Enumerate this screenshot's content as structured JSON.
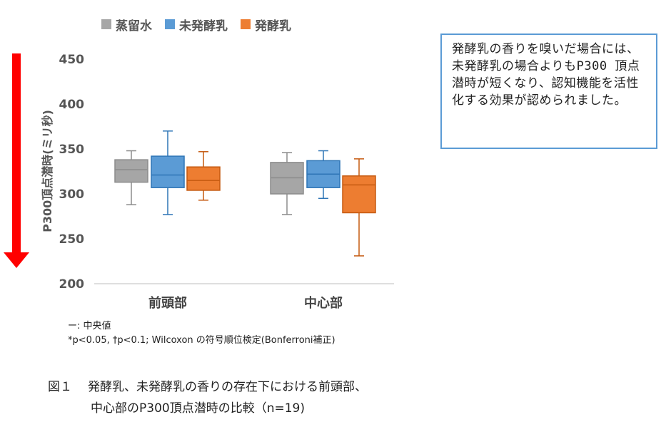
{
  "legend": [
    {
      "label": "蒸留水",
      "color": "#a6a6a6"
    },
    {
      "label": "未発酵乳",
      "color": "#5b9bd5"
    },
    {
      "label": "発酵乳",
      "color": "#ed7d31"
    }
  ],
  "callout": {
    "text": "発酵乳の香りを嗅いだ場合には、未発酵乳の場合よりもP300 頂点潜時が短くなり、認知機能を活性化する効果が認められました。"
  },
  "notes": {
    "median": "ー: 中央値",
    "significance": "*p<0.05, †p<0.1; Wilcoxon の符号順位検定(Bonferroni補正)"
  },
  "caption": {
    "label": "図１",
    "line1": "発酵乳、未発酵乳の香りの存在下における前頭部、",
    "line2": "中心部のP300頂点潜時の比較（n=19)"
  },
  "chart_data": {
    "type": "boxplot",
    "ylabel": "P300頂点潜時(ミリ秒)",
    "ylim": [
      200,
      450
    ],
    "yticks": [
      200,
      250,
      300,
      350,
      400,
      450
    ],
    "categories": [
      "前頭部",
      "中心部"
    ],
    "arrow_color": "#ff0000",
    "series": [
      {
        "name": "蒸留水",
        "color": "#a6a6a6",
        "stroke": "#8c8c8c",
        "boxes": [
          {
            "min": 288,
            "q1": 313,
            "median": 327,
            "q3": 338,
            "max": 348
          },
          {
            "min": 277,
            "q1": 300,
            "median": 318,
            "q3": 335,
            "max": 346
          }
        ]
      },
      {
        "name": "未発酵乳",
        "color": "#5b9bd5",
        "stroke": "#2e75b6",
        "boxes": [
          {
            "min": 277,
            "q1": 307,
            "median": 321,
            "q3": 342,
            "max": 370
          },
          {
            "min": 295,
            "q1": 307,
            "median": 322,
            "q3": 337,
            "max": 348
          }
        ]
      },
      {
        "name": "発酵乳",
        "color": "#ed7d31",
        "stroke": "#c55a11",
        "boxes": [
          {
            "min": 293,
            "q1": 304,
            "median": 315,
            "q3": 330,
            "max": 347
          },
          {
            "min": 231,
            "q1": 279,
            "median": 310,
            "q3": 320,
            "max": 339
          }
        ]
      }
    ]
  }
}
